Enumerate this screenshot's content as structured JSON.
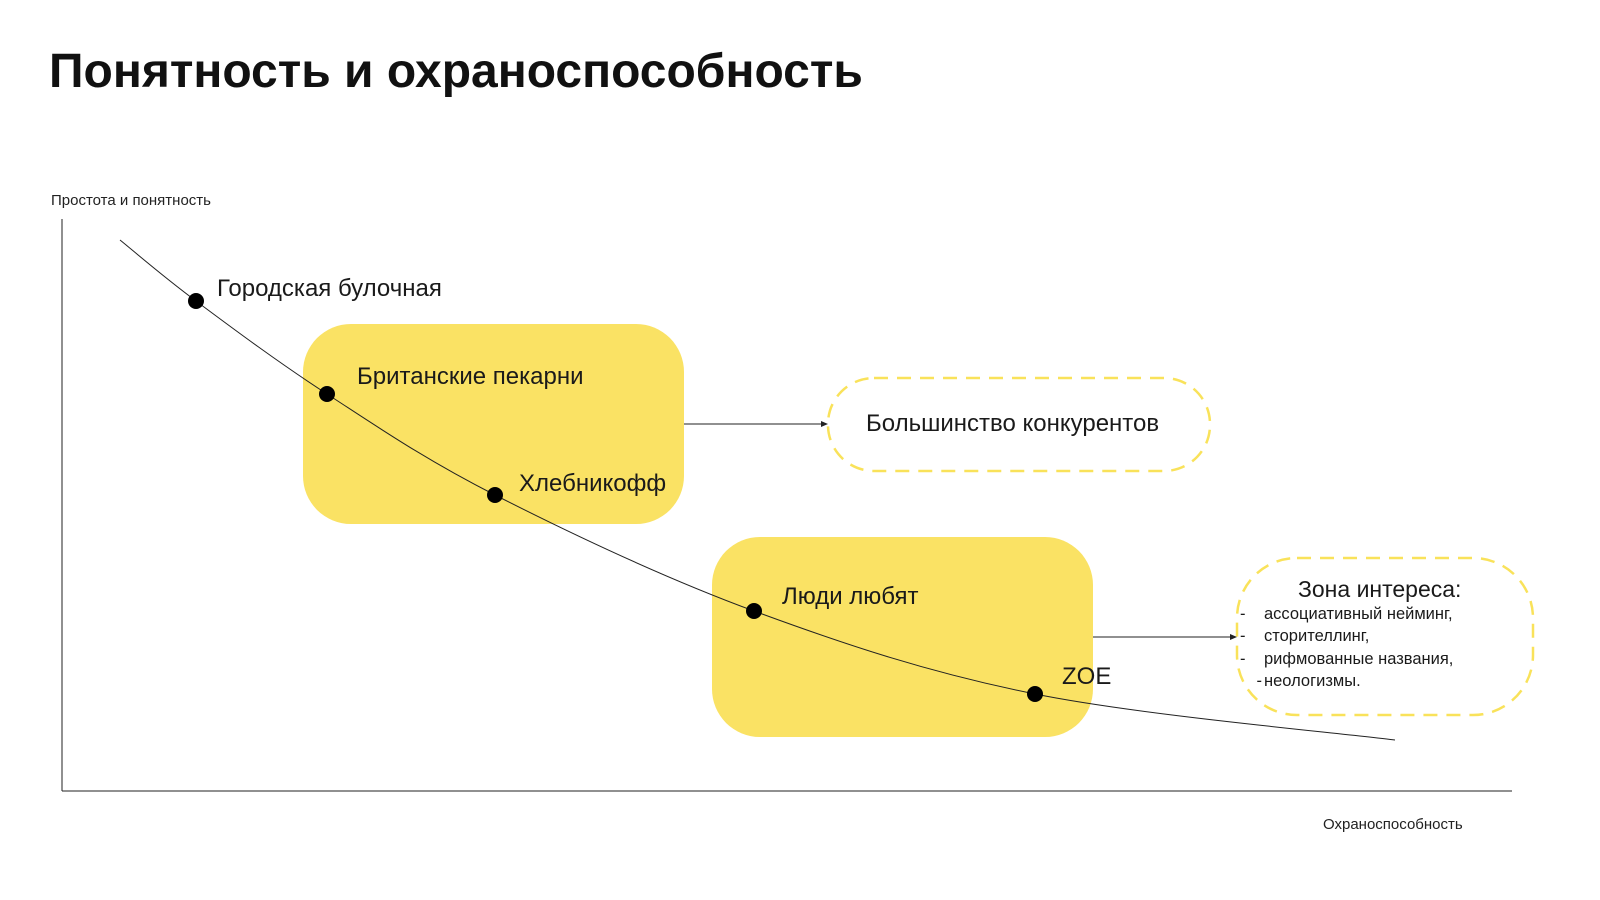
{
  "title": "Понятность и охраноспособность",
  "axes": {
    "y_label": "Простота и понятность",
    "x_label": "Охраноспособность"
  },
  "points": [
    {
      "label": "Городская булочная"
    },
    {
      "label": "Британские пекарни"
    },
    {
      "label": "Хлебникофф"
    },
    {
      "label": "Люди любят"
    },
    {
      "label": "ZOE"
    }
  ],
  "callouts": {
    "competitors": "Большинство конкурентов",
    "interest_zone": {
      "heading": "Зона интереса:",
      "items": [
        "ассоциативный нейминг,",
        "сторителлинг,",
        "рифмованные названия,",
        "неологизмы."
      ]
    }
  },
  "colors": {
    "highlight": "#FAE264",
    "dash": "#F9E25A",
    "line": "#222222"
  }
}
